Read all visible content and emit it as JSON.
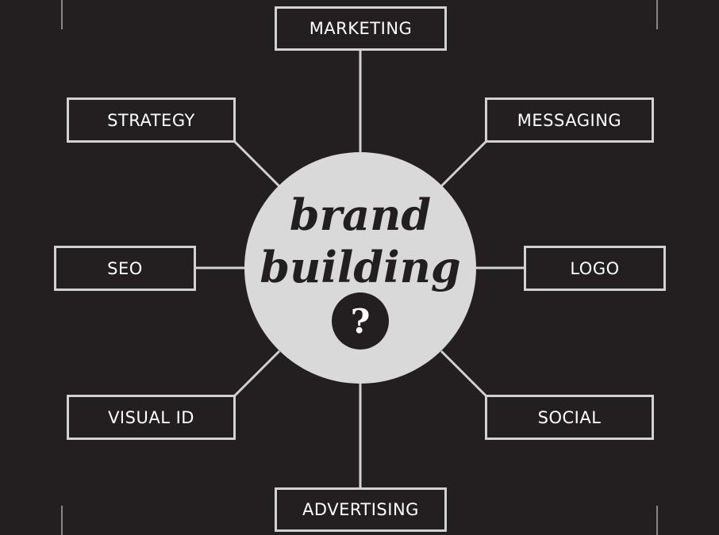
{
  "hub": {
    "line1": "brand",
    "line2": "building",
    "icon": "question-mark",
    "symbol": "?"
  },
  "nodes": {
    "marketing": "MARKETING",
    "strategy": "STRATEGY",
    "messaging": "MESSAGING",
    "seo": "SEO",
    "logo": "LOGO",
    "visual_id": "VISUAL ID",
    "social": "SOCIAL",
    "advertising": "ADVERTISING"
  },
  "colors": {
    "background": "#231f20",
    "hub": "#d9d9d9",
    "lines": "#d2d2d2",
    "text": "#ffffff"
  }
}
